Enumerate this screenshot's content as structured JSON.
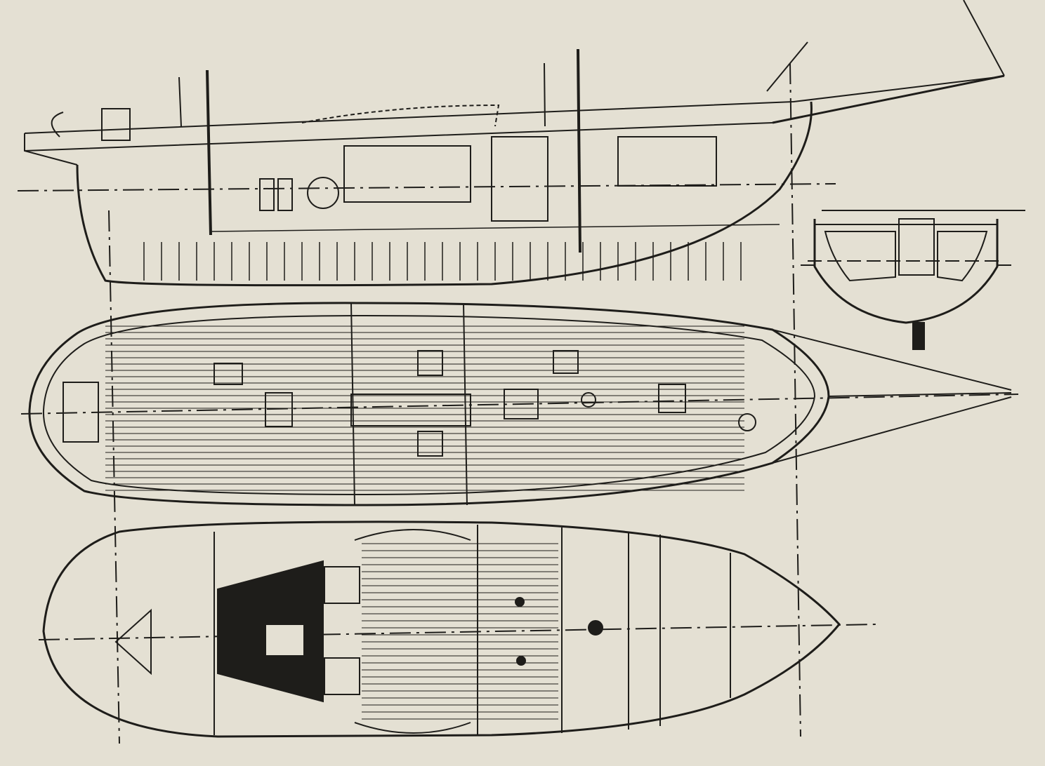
{
  "colors": {
    "paper": "#e4e0d3",
    "ink": "#1e1d1a"
  },
  "views": [
    "profile",
    "deck-plan",
    "accommodation-plan",
    "midship-section"
  ]
}
